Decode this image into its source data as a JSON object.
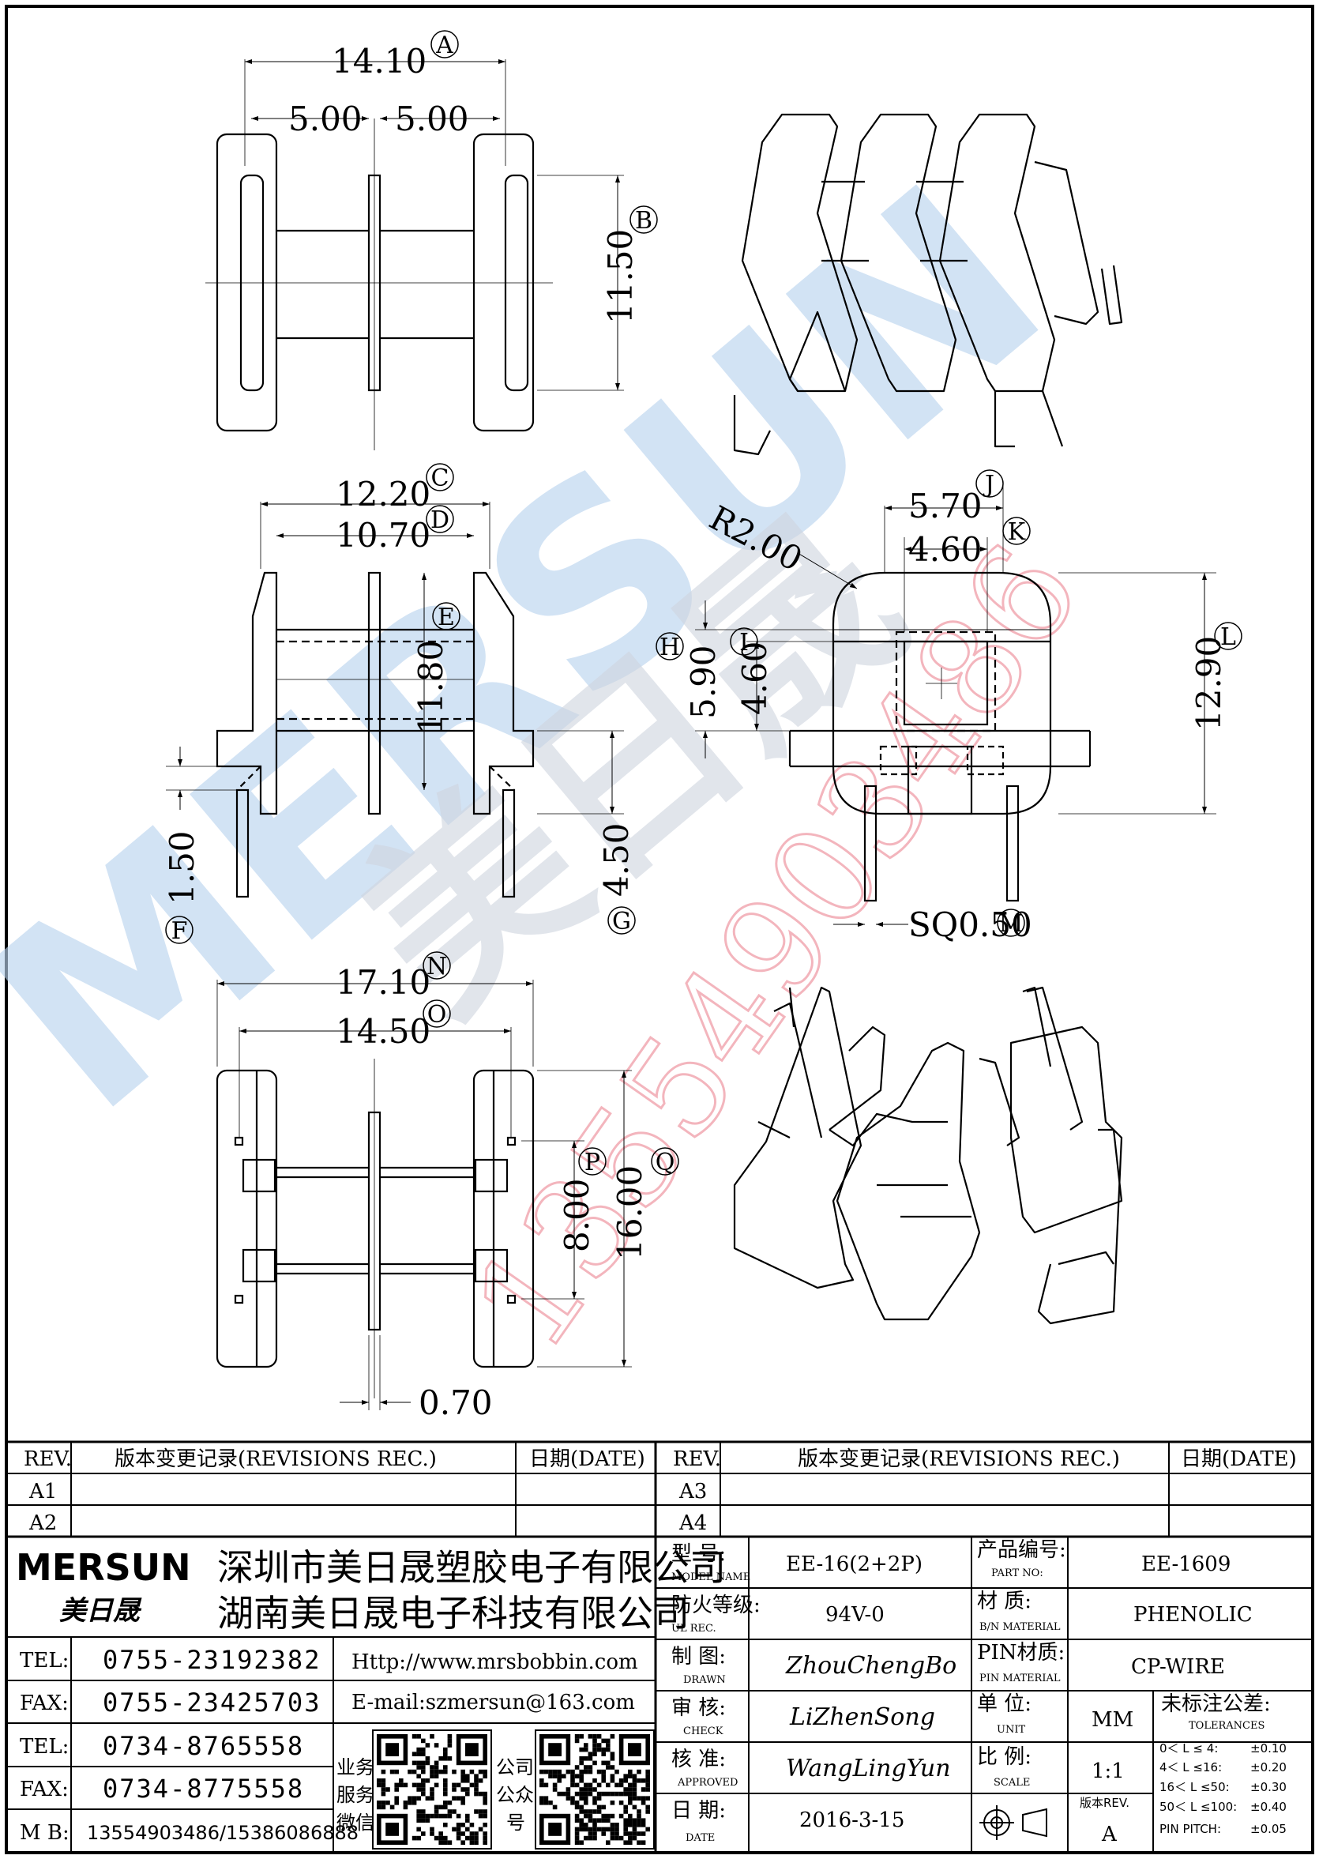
{
  "dimensions": {
    "top_overall": "14.10",
    "top_left": "5.00",
    "top_right": "5.00",
    "top_height": "11.50",
    "mid_c": "12.20",
    "mid_d": "10.70",
    "mid_e": "11.80",
    "mid_f": "1.50",
    "mid_g": "4.50",
    "r": "R2.00",
    "j": "5.70",
    "k": "4.60",
    "h": "5.90",
    "i": "4.60",
    "l": "12.90",
    "m": "SQ0.50",
    "bot_n": "17.10",
    "bot_o": "14.50",
    "bot_p": "8.00",
    "bot_q": "16.00",
    "bot_w": "0.70"
  },
  "ref_letters": [
    "A",
    "B",
    "C",
    "D",
    "E",
    "F",
    "G",
    "H",
    "I",
    "J",
    "K",
    "L",
    "M",
    "N",
    "O",
    "P",
    "Q"
  ],
  "watermark": {
    "brand": "MERSUN",
    "cn": "美日晟",
    "phone": "13554903486"
  },
  "revisions": {
    "left": {
      "col_rev": "REV.",
      "col_rec": "版本变更记录(REVISIONS REC.)",
      "col_date": "日期(DATE)",
      "rows": [
        "A1",
        "A2"
      ]
    },
    "right": {
      "col_rev": "REV.",
      "col_rec": "版本变更记录(REVISIONS REC.)",
      "col_date": "日期(DATE)",
      "rows": [
        "A3",
        "A4"
      ]
    }
  },
  "company": {
    "logo": "MERSUN",
    "logo_cn": "美日晟",
    "name1": "深圳市美日晟塑胶电子有限公司",
    "name2": "湖南美日晟电子科技有限公司"
  },
  "contacts": [
    {
      "label": "TEL:",
      "value": "0755-23192382"
    },
    {
      "label": "FAX:",
      "value": "0755-23425703"
    },
    {
      "label": "TEL:",
      "value": "0734-8765558"
    },
    {
      "label": "FAX:",
      "value": "0734-8775558"
    },
    {
      "label": "M B:",
      "value": "13554903486/15386086888"
    }
  ],
  "web": {
    "url": "Http://www.mrsbobbin.com",
    "email": "E-mail:szmersun@163.com"
  },
  "qr": {
    "label1": "业务服务微信",
    "label2": "公司公众号",
    "label1_lines": [
      "业务",
      "服务",
      "微信"
    ],
    "label2_lines": [
      "公司",
      "公众",
      "号"
    ]
  },
  "spec": {
    "model_label": "型 号:",
    "model_sub": "MODEL NAME",
    "model": "EE-16(2+2P)",
    "ul_label": "防火等级:",
    "ul_sub": "UL REC.",
    "ul": "94V-0",
    "drawn_label": "制 图:",
    "drawn_sub": "DRAWN",
    "drawn": "ZhouChengBo",
    "check_label": "审 核:",
    "check_sub": "CHECK",
    "check": "LiZhenSong",
    "approved_label": "核 准:",
    "approved_sub": "APPROVED",
    "approved": "WangLingYun",
    "date_label": "日 期:",
    "date_sub": "DATE",
    "date": "2016-3-15",
    "part_label": "产品编号:",
    "part_sub": "PART NO:",
    "part": "EE-1609",
    "material_label": "材 质:",
    "material_sub": "B/N MATERIAL",
    "material": "PHENOLIC",
    "pin_label": "PIN材质:",
    "pin_sub": "PIN MATERIAL",
    "pin": "CP-WIRE",
    "unit_label": "单 位:",
    "unit_sub": "UNIT",
    "unit": "MM",
    "scale_label": "比 例:",
    "scale_sub": "SCALE",
    "scale": "1:1",
    "rev_label": "版本REV.",
    "rev": "A",
    "tol_label": "未标注公差:",
    "tol_sub": "TOLERANCES",
    "tolerances": [
      {
        "range": "0＜ L ≤ 4:",
        "tol": "±0.10"
      },
      {
        "range": "4＜ L ≤16:",
        "tol": "±0.20"
      },
      {
        "range": "16＜ L ≤50:",
        "tol": "±0.30"
      },
      {
        "range": "50＜ L ≤100:",
        "tol": "±0.40"
      },
      {
        "range": "PIN PITCH:",
        "tol": "±0.05"
      }
    ]
  }
}
